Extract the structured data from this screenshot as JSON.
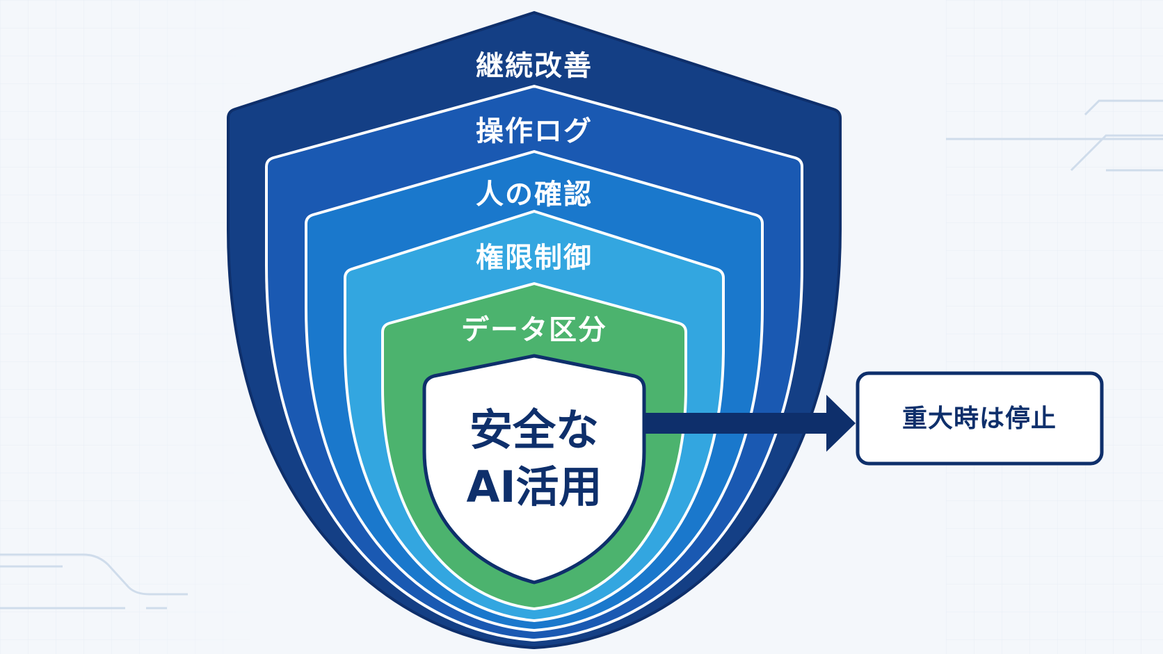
{
  "diagram": {
    "layers": [
      {
        "label": "継続改善",
        "color": "#143f85"
      },
      {
        "label": "操作ログ",
        "color": "#1a59b2"
      },
      {
        "label": "人の確認",
        "color": "#1a78cc"
      },
      {
        "label": "権限制御",
        "color": "#33a6e0"
      },
      {
        "label": "データ区分",
        "color": "#4cb36e"
      }
    ],
    "core": {
      "line1": "安全な",
      "line2": "AI活用"
    },
    "side_box": {
      "label": "重大時は停止"
    }
  },
  "colors": {
    "background": "#f4f7fb",
    "outline": "#0e2f6b",
    "grid": "#dde6f2",
    "core_fill": "#ffffff"
  }
}
